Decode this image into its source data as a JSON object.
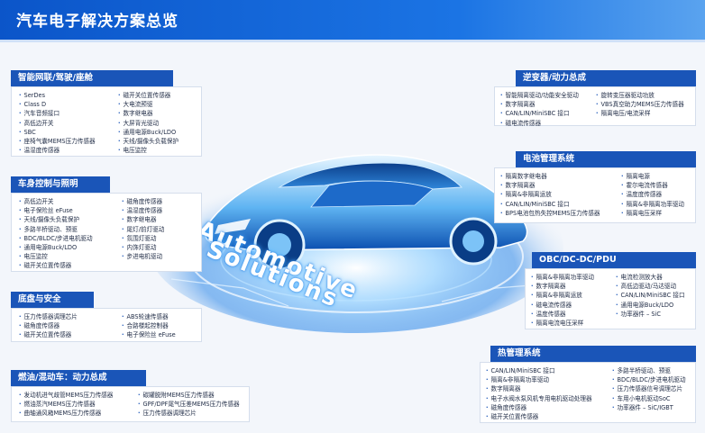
{
  "header": {
    "title": "汽车电子解决方案总览"
  },
  "center": {
    "line1": "Automotive",
    "line2": "Solutions"
  },
  "panels": {
    "infotainment": {
      "title": "智能网联/驾驶/座舱",
      "col1": [
        "SerDes",
        "Class D",
        "汽车音频接口",
        "高低边开关",
        "SBC",
        "座椅气囊MEMS压力传感器",
        "温湿度传感器"
      ],
      "col2": [
        "磁开关位置传感器",
        "大电流预驱",
        "数字继电器",
        "大屏背光驱动",
        "通用电源Buck/LDO",
        "天线/摄像头负载保护",
        "电压监控"
      ]
    },
    "body": {
      "title": "车身控制与照明",
      "col1": [
        "高低边开关",
        "电子保险丝 eFuse",
        "天线/摄像头负载保护",
        "多路半桥驱动、预驱",
        "BDC/BLDC/步进电机驱动",
        "通用电源Buck/LDO",
        "电压监控",
        "磁开关位置传感器"
      ],
      "col2": [
        "磁角度传感器",
        "温湿度传感器",
        "数字继电器",
        "尾灯/前灯驱动",
        "氛围灯驱动",
        "内饰灯驱动",
        "步进电机驱动"
      ]
    },
    "chassis": {
      "title": "底盘与安全",
      "col1": [
        "压力传感器调理芯片",
        "磁角度传感器",
        "磁开关位置传感器"
      ],
      "col2": [
        "ABS轮速传感器",
        "合路楼起控制器",
        "电子保险丝 eFuse"
      ]
    },
    "fuel": {
      "title": "燃油/混动车：动力总成",
      "col1": [
        "发动机进气歧管MEMS压力传感器",
        "燃油蒸汽MEMS压力传感器",
        "曲轴通风箱MEMS压力传感器"
      ],
      "col2": [
        "碳罐脱附MEMS压力传感器",
        "GPF/DPF尾气压差MEMS压力传感器",
        "压力传感器调理芯片"
      ]
    },
    "inverter": {
      "title": "逆变器/动力总成",
      "col1": [
        "智能隔离驱动/功能安全驱动",
        "数字隔离器",
        "CAN/LIN/MiniSBC 接口",
        "磁电流传感器"
      ],
      "col2": [
        "旋转变压器驱动功放",
        "VBS真空助力MEMS压力传感器",
        "隔离电压/电流采样"
      ]
    },
    "battery": {
      "title": "电池管理系统",
      "col1": [
        "隔离数字继电器",
        "数字隔离器",
        "隔离&非隔离运放",
        "CAN/LIN/MiniSBC 接口",
        "BPS电池包热失控MEMS压力传感器"
      ],
      "col2": [
        "隔离电源",
        "霍尔电流传感器",
        "温度度传感器",
        "隔离&非隔离功率驱动",
        "隔离电压采样"
      ]
    },
    "obc": {
      "title": "OBC/DC-DC/PDU",
      "col1": [
        "隔离&非隔离功率驱动",
        "数字隔离器",
        "隔离&非隔离运放",
        "磁电流传感器",
        "温度传感器",
        "隔离电流电压采样"
      ],
      "col2": [
        "电流检测放大器",
        "高低边驱动/马达驱动",
        "CAN/LIN/MiniSBC 接口",
        "通用电源Buck/LDO",
        "功率器件 – SiC"
      ]
    },
    "thermal": {
      "title": "热管理系统",
      "col1": [
        "CAN/LIN/MiniSBC 接口",
        "隔离&非隔离功率驱动",
        "数字隔离器",
        "电子水阀水泵风机专用电机驱动处理器",
        "磁角度传感器",
        "磁开关位置传感器"
      ],
      "col2": [
        "多路半桥驱动、预驱",
        "BDC/BLDC/步进电机驱动",
        "压力传感器信号调理芯片",
        "车用小电机驱动SoC",
        "功率器件 – SiC/IGBT"
      ]
    }
  }
}
